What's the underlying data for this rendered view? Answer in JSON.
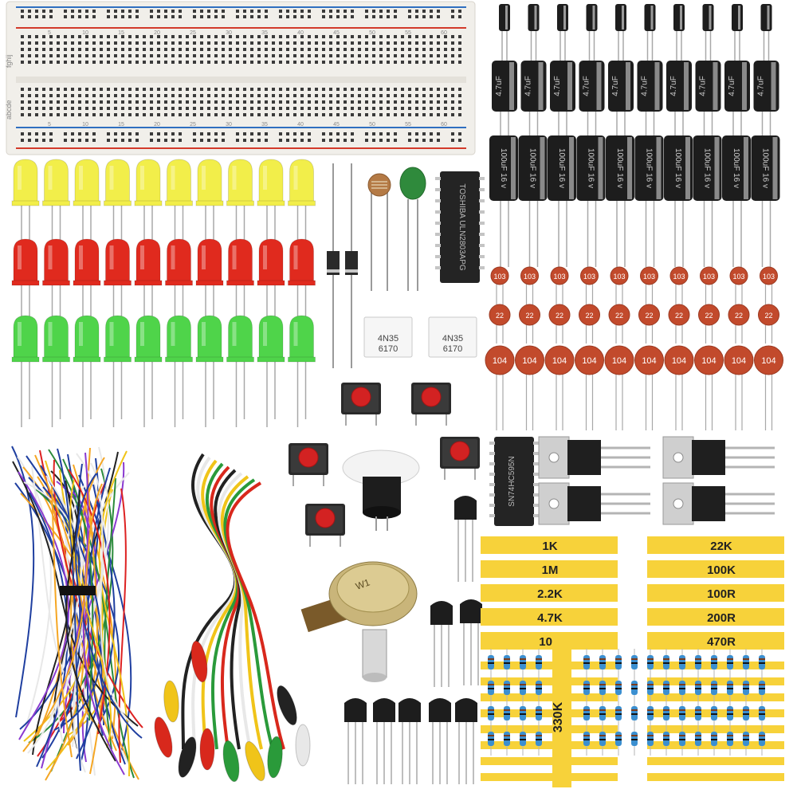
{
  "breadcrumb_label_top": "abcde",
  "breadcrumb_label_bottom": "fghij",
  "board_numbers": [
    "5",
    "10",
    "15",
    "20",
    "25",
    "30",
    "35",
    "40",
    "45",
    "50",
    "55",
    "60"
  ],
  "cap_electrolytic_small": "4.7uF",
  "cap_electrolytic_big": "100uF 16 v",
  "ceramic_rows": [
    "103",
    "22",
    "104"
  ],
  "optocoupler": {
    "line1": "4N35",
    "line2": "6170"
  },
  "ic_top": "TOSHIBA ULN2803APG",
  "ic_bottom": "SN74HC595N",
  "resistor_left": [
    "1K",
    "1M",
    "2.2K",
    "4.7K",
    "10K"
  ],
  "resistor_right": [
    "22K",
    "100K",
    "100R",
    "200R",
    "470R"
  ],
  "resistor_vertical": "330K",
  "pot_label": "W1",
  "colors": {
    "led_yellow": "#f2ee4a",
    "led_red": "#e02a1e",
    "led_green": "#4fd44a",
    "tape": "#f7d23a",
    "cap_black": "#1d1d1d",
    "ceramic": "#c24a2c",
    "button_red": "#d32222"
  }
}
